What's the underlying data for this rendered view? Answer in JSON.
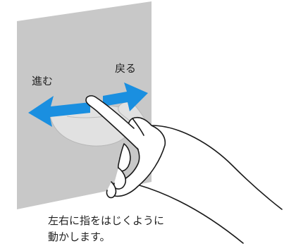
{
  "labels": {
    "back": "戻る",
    "forward": "進む"
  },
  "caption": {
    "line1": "左右に指をはじくように",
    "line2": "動かします。"
  },
  "colors": {
    "screen": "#c8c8c8",
    "arrow": "#1a8fe0",
    "hand_outline": "#1a1a1a",
    "hand_fill": "#ffffff",
    "ghost_hand": "#e6e6e6",
    "text": "#222222"
  },
  "icons": {
    "back_arrow": "arrow-right-icon",
    "forward_arrow": "arrow-left-icon",
    "hand": "pointing-hand-icon"
  }
}
